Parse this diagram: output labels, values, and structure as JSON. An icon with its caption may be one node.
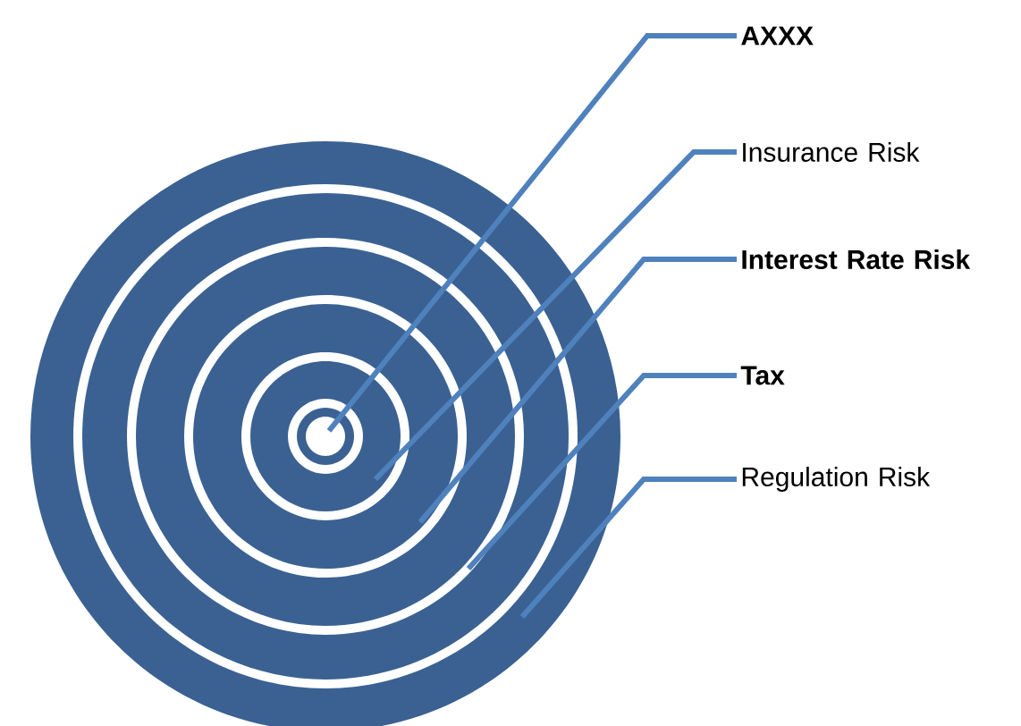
{
  "diagram": {
    "nodes": [
      {
        "text": [
          "AXXX"
        ]
      },
      {
        "text": [
          "Insurance Risk"
        ]
      },
      {
        "text": [
          "Interest Rate Risk"
        ]
      },
      {
        "text": [
          "Tax"
        ]
      },
      {
        "text": [
          "Regulation Risk"
        ]
      }
    ],
    "edges": [
      {
        "from": 0,
        "to": null,
        "arrow": "none"
      },
      {
        "from": 1,
        "to": null,
        "arrow": "none"
      },
      {
        "from": 2,
        "to": null,
        "arrow": "none"
      },
      {
        "from": 3,
        "to": null,
        "arrow": "none"
      },
      {
        "from": 4,
        "to": null,
        "arrow": "none"
      }
    ]
  }
}
